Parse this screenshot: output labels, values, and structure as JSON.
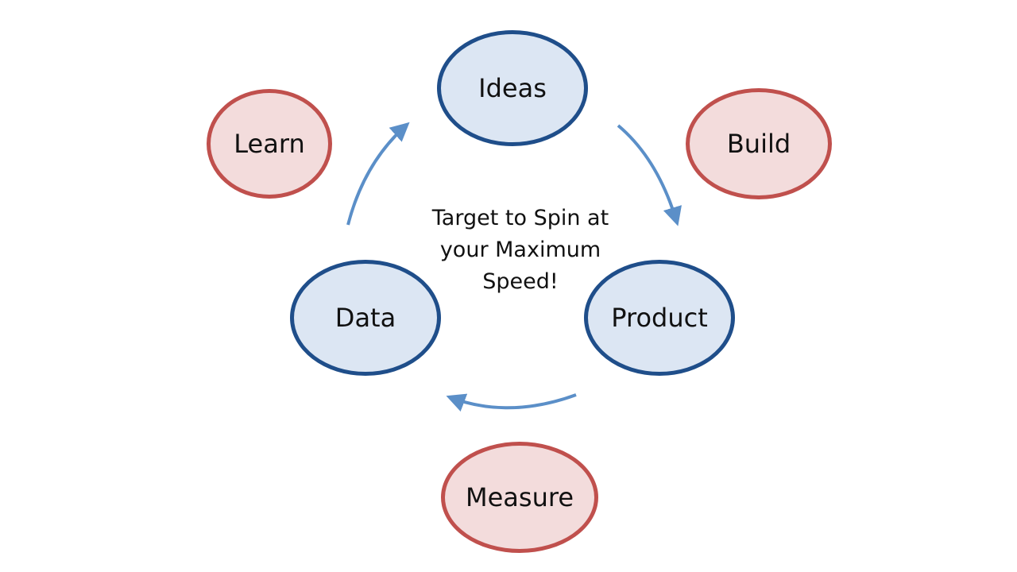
{
  "diagram": {
    "center_note": "Target to Spin at your Maximum Speed!",
    "nodes": {
      "ideas": "Ideas",
      "product": "Product",
      "data": "Data",
      "build": "Build",
      "measure": "Measure",
      "learn": "Learn"
    },
    "edges": [
      {
        "from": "Ideas",
        "to": "Product"
      },
      {
        "from": "Product",
        "to": "Data"
      },
      {
        "from": "Data",
        "to": "Ideas"
      }
    ],
    "colors": {
      "primary_fill": "#dce6f3",
      "primary_border": "#1f4e8a",
      "secondary_fill": "#f3dcdc",
      "secondary_border": "#c0504d",
      "arrow": "#5b8fc8"
    }
  }
}
